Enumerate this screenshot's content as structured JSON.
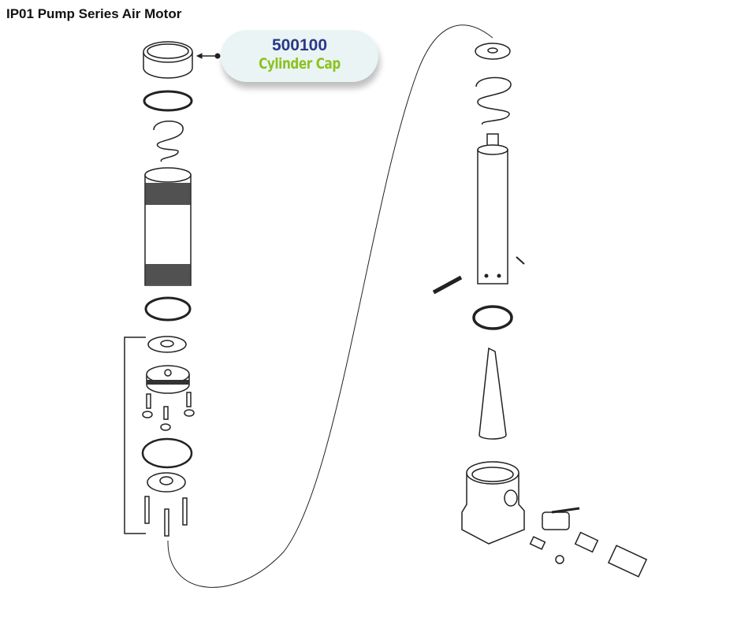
{
  "title": "IP01 Pump Series Air Motor",
  "callout": {
    "part_number": "500100",
    "part_name": "Cylinder Cap"
  }
}
